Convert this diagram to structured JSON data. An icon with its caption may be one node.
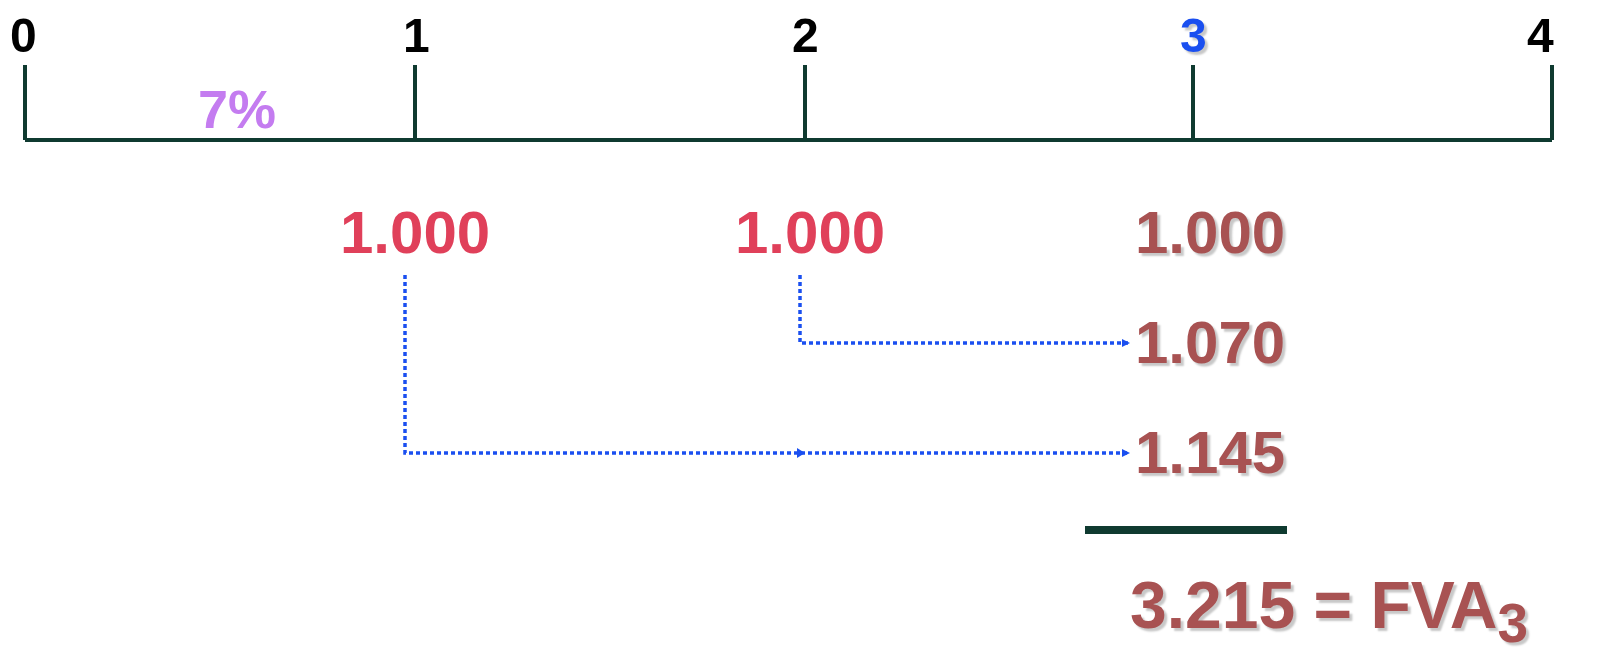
{
  "diagram": {
    "nodes": [
      {
        "text": [
          "1.000"
        ]
      },
      {
        "text": [
          "1.000"
        ]
      },
      {
        "text": [
          "1.000"
        ]
      },
      {
        "text": [
          "1.070"
        ]
      },
      {
        "text": [
          "1.145"
        ]
      }
    ],
    "edges": [
      {
        "from": 0,
        "to": 4,
        "arrow": "to"
      },
      {
        "from": 1,
        "to": 3,
        "arrow": "to"
      }
    ],
    "labels": [
      "0",
      "1",
      "2",
      "3",
      "4",
      "7%",
      "3.215 = FVA$_{3}$"
    ]
  }
}
